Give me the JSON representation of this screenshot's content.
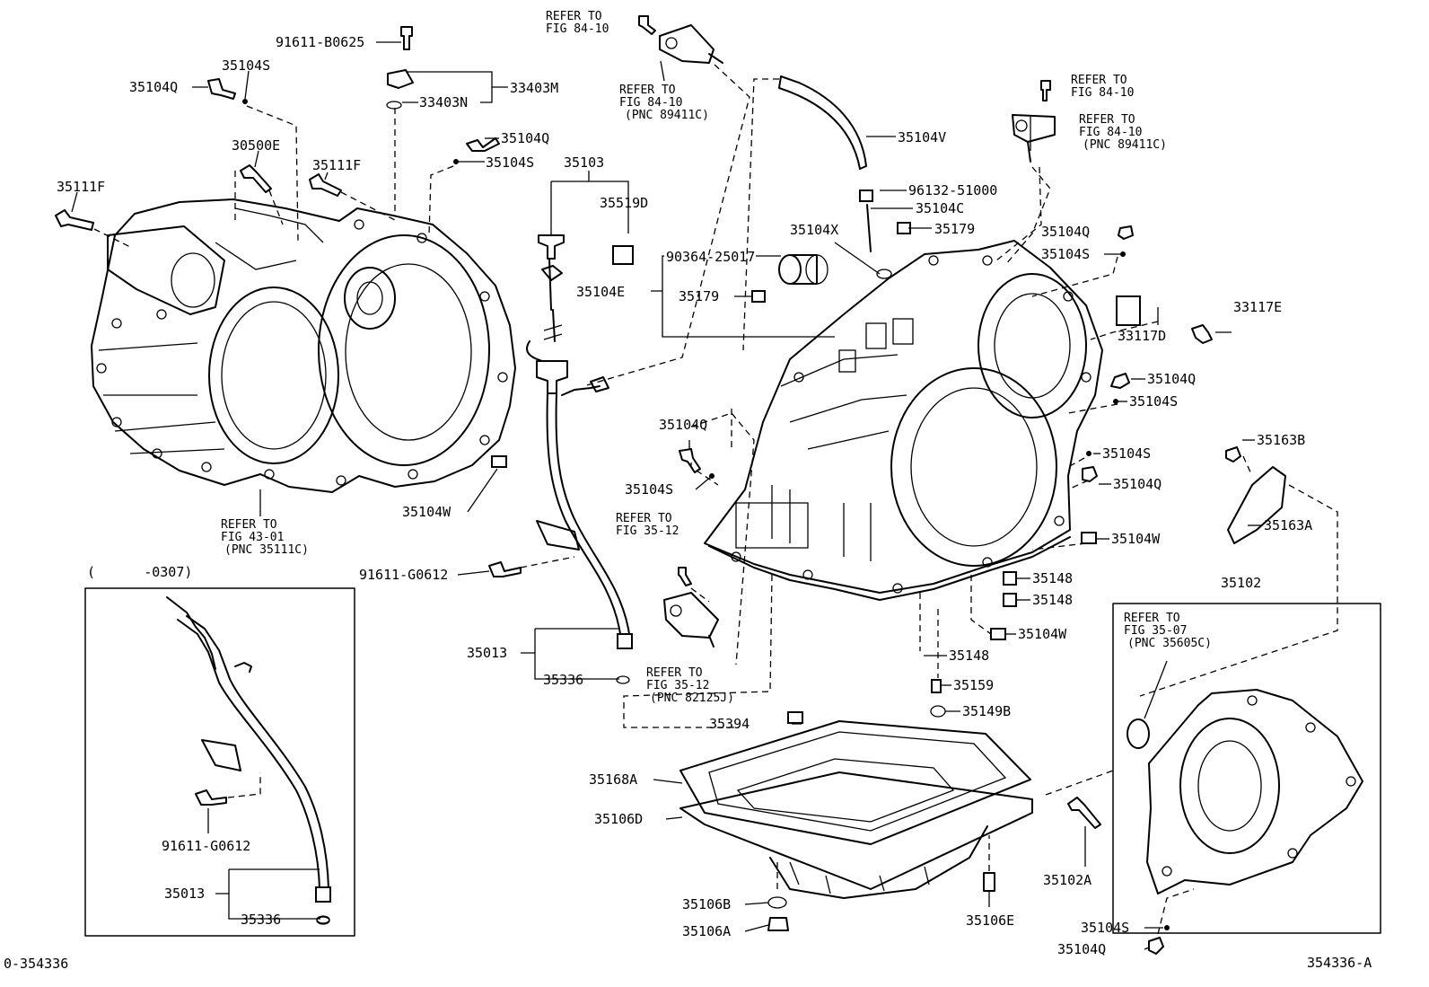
{
  "figure": {
    "id_left": "0-354336",
    "id_right": "354336-A",
    "inset_range": "(      -0307)"
  },
  "labels": {
    "p91611B0625": "91611-B0625",
    "p35104S_a": "35104S",
    "p35104Q_a": "35104Q",
    "p33403M": "33403M",
    "p33403N": "33403N",
    "p35104Q_b": "35104Q",
    "p35104S_b": "35104S",
    "p30500E": "30500E",
    "p35111F_a": "35111F",
    "p35111F_b": "35111F",
    "p35103": "35103",
    "p35519D": "35519D",
    "p35104V": "35104V",
    "p96132": "96132-51000",
    "p35104C": "35104C",
    "p35104X": "35104X",
    "p35179_a": "35179",
    "p90364": "90364-25017",
    "p35104E": "35104E",
    "p35179_b": "35179",
    "p35104Q_c": "35104Q",
    "p35104S_c": "35104S",
    "p33117E": "33117E",
    "p33117D": "33117D",
    "p35104Q_d": "35104Q",
    "p35104S_d": "35104S",
    "p35104Q_e": "35104Q",
    "p35104S_e": "35104S",
    "p35104S_f": "35104S",
    "p35104Q_f": "35104Q",
    "p35163B": "35163B",
    "p35163A": "35163A",
    "p35104W_a": "35104W",
    "p35104W_b": "35104W",
    "p35104W_c": "35104W",
    "p91611G0612_a": "91611-G0612",
    "p35148_a": "35148",
    "p35148_b": "35148",
    "p35148_c": "35148",
    "p35102": "35102",
    "p35013_a": "35013",
    "p35336_a": "35336",
    "p35159": "35159",
    "p35149B": "35149B",
    "p35394": "35394",
    "p35168A": "35168A",
    "p35106D": "35106D",
    "p35102A": "35102A",
    "p35106B": "35106B",
    "p35106A": "35106A",
    "p35106E": "35106E",
    "p35104S_g": "35104S",
    "p35104Q_g": "35104Q",
    "p91611G0612_b": "91611-G0612",
    "p35013_b": "35013",
    "p35336_b": "35336"
  },
  "refs": {
    "r1": [
      "REFER TO",
      "FIG 84-10"
    ],
    "r2": [
      "REFER TO",
      "FIG 84-10",
      "(PNC 89411C)"
    ],
    "r3": [
      "REFER TO",
      "FIG 84-10"
    ],
    "r4": [
      "REFER TO",
      "FIG 84-10",
      "(PNC 89411C)"
    ],
    "r5": [
      "REFER TO",
      "FIG 43-01",
      "(PNC 35111C)"
    ],
    "r6": [
      "REFER TO",
      "FIG 35-12"
    ],
    "r7": [
      "REFER TO",
      "FIG 35-12",
      "(PNC 82125J)"
    ],
    "r8": [
      "REFER TO",
      "FIG 35-07",
      "(PNC 35605C)"
    ]
  }
}
